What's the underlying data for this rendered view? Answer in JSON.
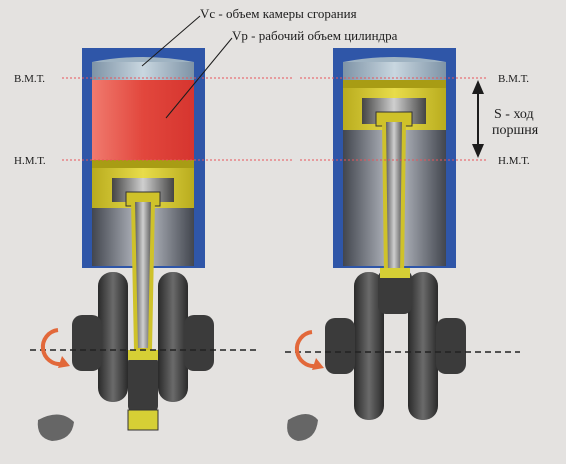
{
  "labels": {
    "vc": "Vc - объем камеры сгорания",
    "vp": "Vp - рабочий объем цилиндра",
    "tdc_left": "В.М.Т.",
    "bdc_left": "Н.М.Т.",
    "tdc_right": "В.М.Т.",
    "bdc_right": "Н.М.Т.",
    "stroke_line1": "S - ход",
    "stroke_line2": "поршня"
  },
  "colors": {
    "cylinder_wall": "#2f56a8",
    "working_volume": "#e2473d",
    "piston": "#cfc22a",
    "rod": "#d6cf35",
    "crank": "#3b3b3b",
    "dead_center_line": "#e8545a",
    "rotation_arrow": "#e2683a"
  },
  "icons": {
    "rotation_left": "rotation-arrow-icon",
    "rotation_right": "rotation-arrow-icon",
    "stroke_arrow": "double-arrow-icon"
  }
}
